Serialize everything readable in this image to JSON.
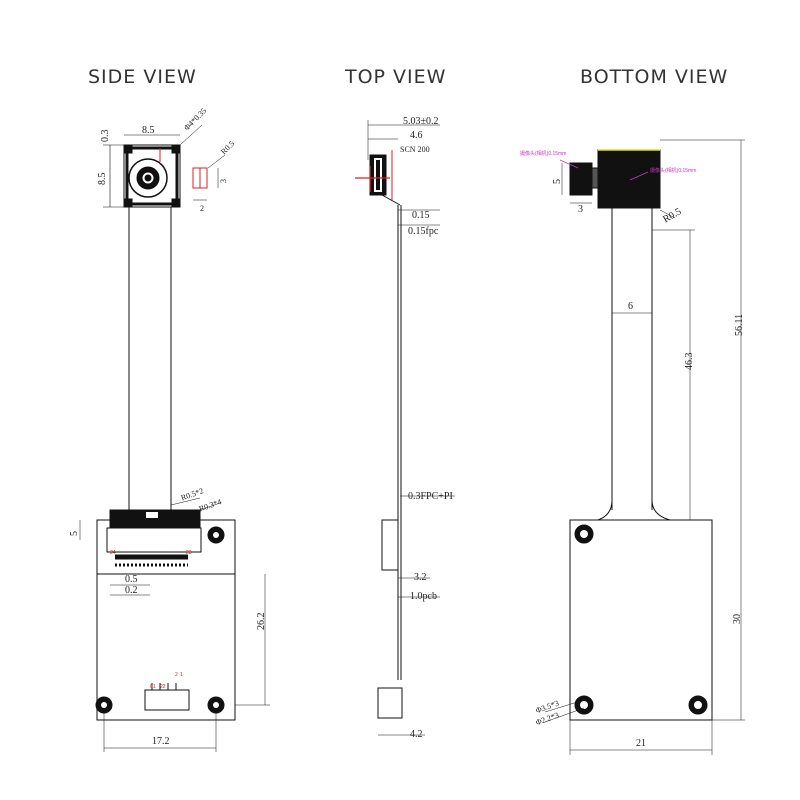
{
  "titles": {
    "side": "SIDE VIEW",
    "top": "TOP VIEW",
    "bottom": "BOTTOM VIEW"
  },
  "side_view": {
    "dims": {
      "width_top": "8.5",
      "height_left": "8.5",
      "gap_top": "0.3",
      "lens_dia": "Φ4*0.35",
      "radius": "R0.5",
      "small_w": "2",
      "small_h": "3",
      "r_fpc": "R0.5*2",
      "r_fpc2": "R0.3*4",
      "conn_h": "5",
      "gap1": "0.5",
      "gap2": "0.2",
      "pcb_h": "26.2",
      "pcb_w": "17.2",
      "pin_a": "24",
      "pin_b": "23",
      "pin_c": "01",
      "pin_d": "22",
      "pin_e": "2",
      "pin_f": "1"
    }
  },
  "top_view": {
    "dims": {
      "total": "5.03±0.2",
      "w": "4.6",
      "note": "SCN 200",
      "t1": "0.15",
      "t2": "0.15fpc",
      "fpc": "0.3FPC+PI",
      "pcb_step": "3.2",
      "pcb_t": "1.0pcb",
      "bottom": "4.2"
    }
  },
  "bottom_view": {
    "dims": {
      "note_left": "摄像头(相机)0.15mm",
      "note_right": "摄像头(相机)0.15mm",
      "h5": "5",
      "w3": "3",
      "r": "R0.5",
      "fpc_w": "6",
      "len": "46.3",
      "total": "56.11",
      "pcb_h": "30",
      "hole1": "Φ3.5*3",
      "hole2": "Φ2.2*3",
      "pcb_w": "21"
    }
  },
  "colors": {
    "line": "#111111",
    "red": "#dd2222",
    "magenta": "#cc33cc",
    "dark": "#111111"
  }
}
